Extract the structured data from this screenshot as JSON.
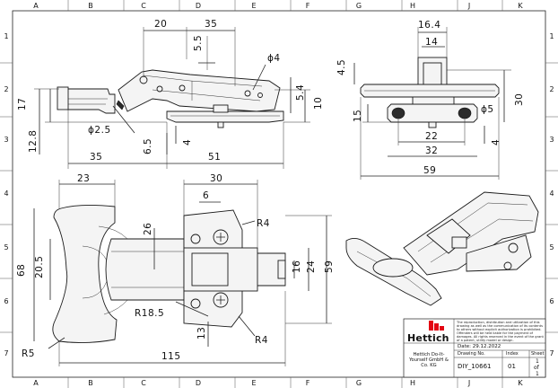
{
  "grid": {
    "columns": [
      "A",
      "B",
      "C",
      "D",
      "E",
      "F",
      "G",
      "H",
      "J",
      "K"
    ],
    "rows": [
      "1",
      "2",
      "3",
      "4",
      "5",
      "6",
      "7"
    ]
  },
  "dims": {
    "side": {
      "d20": "20",
      "d35": "35",
      "d5_5": "5.5",
      "phi4": "ϕ4",
      "d5_4": "5.4",
      "d10": "10",
      "d17": "17",
      "d12_8": "12.8",
      "phi2_5": "ϕ2.5",
      "d6_5": "6.5",
      "d4": "4",
      "d35b": "35",
      "d51": "51"
    },
    "front": {
      "d16_4": "16.4",
      "d14": "14",
      "d4_5": "4.5",
      "d30": "30",
      "d15": "15",
      "phi5": "ϕ5",
      "d22": "22",
      "d32": "32",
      "d4": "4",
      "d59": "59"
    },
    "top": {
      "d23": "23",
      "d30": "30",
      "d6": "6",
      "d26": "26",
      "r4a": "R4",
      "d68": "68",
      "d20_5": "20.5",
      "d16": "16",
      "d24": "24",
      "d59": "59",
      "r18_5": "R18.5",
      "d13": "13",
      "r4b": "R4",
      "r5": "R5",
      "d115": "115"
    }
  },
  "title_block": {
    "notice": "The reproduction, distribution and utilization of this drawing as well as the communication of its contents to others without explicit authorization is prohibited. Offenders will be held liable for the payment of damages. All rights reserved in the event of the grant of a patent, utility model or design.",
    "date_label": "Date: 29.12.2022",
    "brand": "Hettich",
    "company": "Hettich Do-It-Yourself GmbH & Co. KG",
    "drawing_no_label": "Drawing No.",
    "drawing_no": "DIY_10661",
    "index_label": "Index",
    "index": "01",
    "sheet_label": "Sheet",
    "sheet_num": "1",
    "sheet_of": "of",
    "sheet_total": "1"
  }
}
